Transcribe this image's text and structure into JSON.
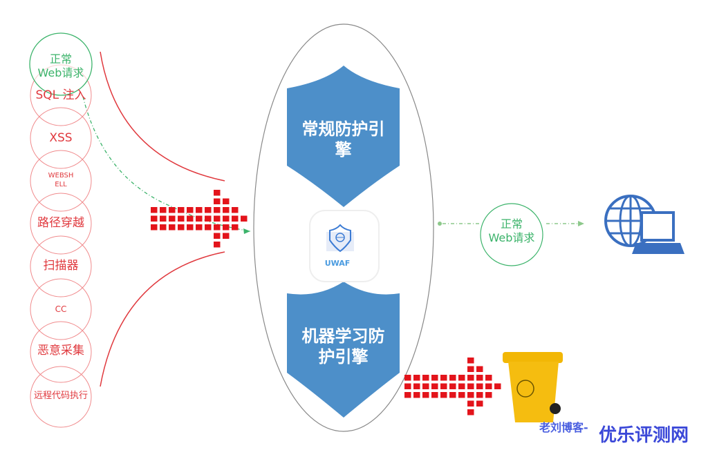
{
  "attack_sources": {
    "normal_request": {
      "line1": "正常",
      "line2": "Web请求"
    },
    "items": [
      {
        "label": "SQL 注入"
      },
      {
        "label": "XSS"
      },
      {
        "label_line1": "WEBSH",
        "label_line2": "ELL"
      },
      {
        "label": "路径穿越"
      },
      {
        "label": "扫描器"
      },
      {
        "label": "CC"
      },
      {
        "label": "恶意采集"
      },
      {
        "label": "远程代码执行"
      }
    ]
  },
  "waf": {
    "top_engine": {
      "line1": "常规防护引",
      "line2": "擎"
    },
    "logo_text": "UWAF",
    "bottom_engine": {
      "line1": "机器学习防",
      "line2": "护引擎"
    }
  },
  "output": {
    "normal_request": {
      "line1": "正常",
      "line2": "Web请求"
    }
  },
  "watermark": {
    "blog": "老刘博客-",
    "site": "优乐评测网"
  },
  "colors": {
    "attack": "#e0393e",
    "normal": "#3bb36a",
    "shield": "#4d8fc9",
    "bin": "#f2b705",
    "watermark": "#3b48d8"
  }
}
